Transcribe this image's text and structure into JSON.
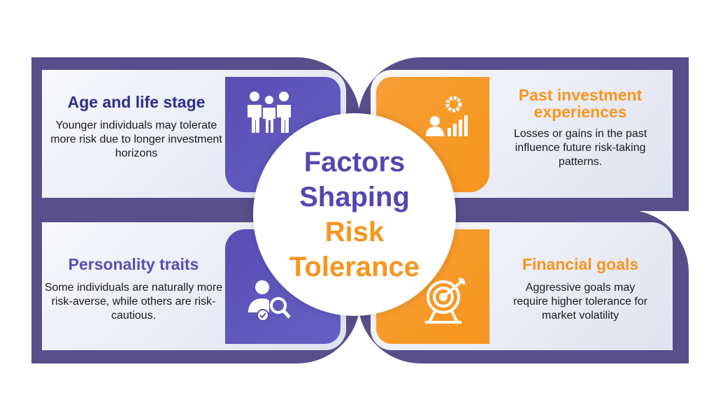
{
  "center": {
    "line1": "Factors",
    "line2": "Shaping",
    "line3": "Risk",
    "line4": "Tolerance"
  },
  "factors": [
    {
      "title": "Age and life stage",
      "description": "Younger individuals may tolerate more risk due to longer investment horizons",
      "icon": "people-group-icon"
    },
    {
      "title": "Past investment experiences",
      "description": "Losses or gains in the past influence future risk-taking patterns.",
      "icon": "person-gear-chart-icon"
    },
    {
      "title": "Personality traits",
      "description": "Some individuals are naturally more risk-averse, while others are risk-cautious.",
      "icon": "person-magnifier-icon"
    },
    {
      "title": "Financial goals",
      "description": "Aggressive goals may require higher tolerance for market volatility",
      "icon": "target-arrow-icon"
    }
  ],
  "colors": {
    "purple": "#574e8a",
    "accent_purple": "#5a4db5",
    "orange": "#f7951e",
    "title_blue": "#2e2d8c"
  }
}
